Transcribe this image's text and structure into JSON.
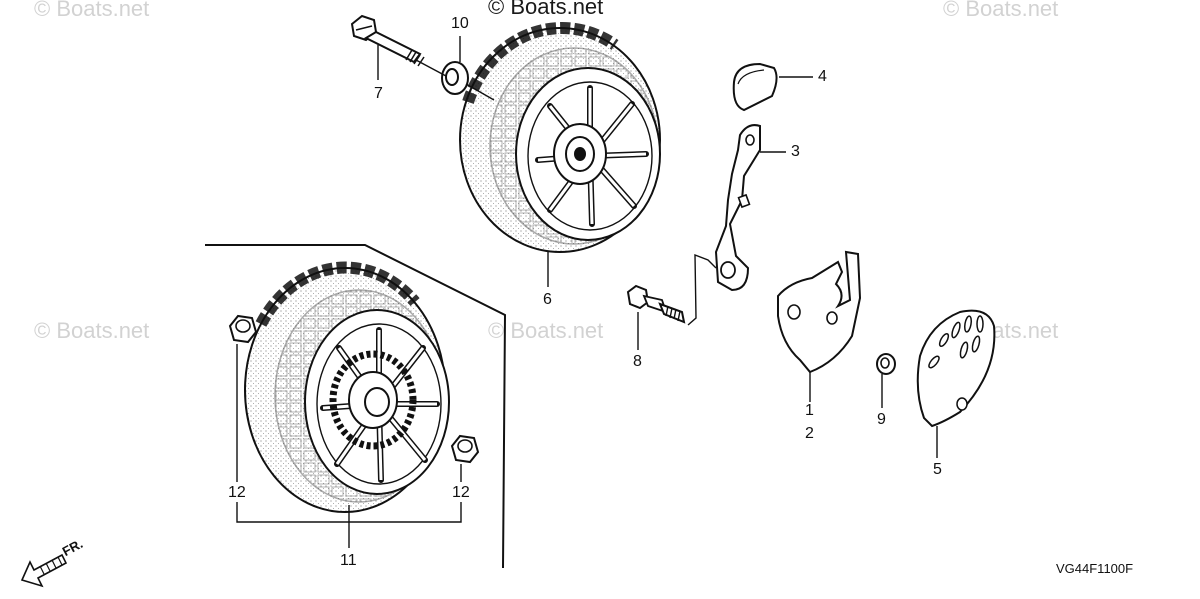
{
  "watermark": "© Boats.net",
  "callouts": {
    "c1": "1",
    "c2": "2",
    "c3": "3",
    "c4": "4",
    "c5": "5",
    "c6": "6",
    "c7": "7",
    "c8": "8",
    "c9": "9",
    "c10": "10",
    "c11": "11",
    "c12a": "12",
    "c12b": "12"
  },
  "front_marker": "FR.",
  "diagram_code": "VG44F1100F"
}
